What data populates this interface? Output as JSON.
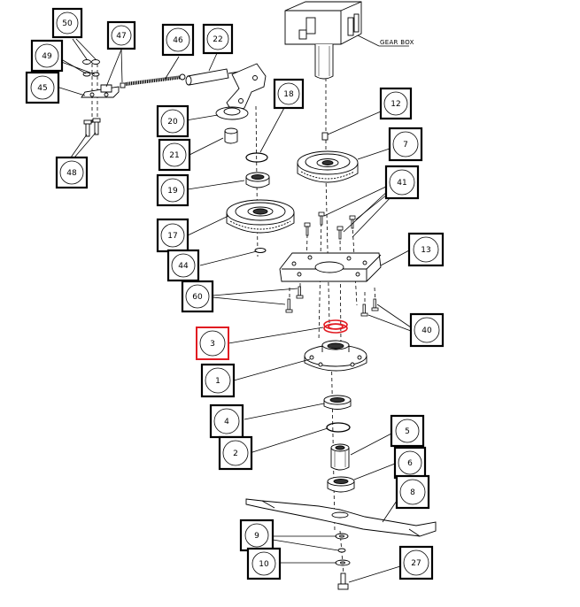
{
  "diagram": {
    "gearbox_label": "GEAR BOX",
    "highlight_color": "#e11b22",
    "line_color": "#000000",
    "callouts": [
      {
        "id": "c50",
        "label": "50"
      },
      {
        "id": "c47",
        "label": "47"
      },
      {
        "id": "c46",
        "label": "46"
      },
      {
        "id": "c22",
        "label": "22"
      },
      {
        "id": "c49",
        "label": "49"
      },
      {
        "id": "c45",
        "label": "45"
      },
      {
        "id": "c18",
        "label": "18"
      },
      {
        "id": "c20",
        "label": "20"
      },
      {
        "id": "c21",
        "label": "21"
      },
      {
        "id": "c48",
        "label": "48"
      },
      {
        "id": "c19",
        "label": "19"
      },
      {
        "id": "c12",
        "label": "12"
      },
      {
        "id": "c7",
        "label": "7"
      },
      {
        "id": "c41",
        "label": "41"
      },
      {
        "id": "c17",
        "label": "17"
      },
      {
        "id": "c13",
        "label": "13"
      },
      {
        "id": "c44",
        "label": "44"
      },
      {
        "id": "c60",
        "label": "60"
      },
      {
        "id": "c40",
        "label": "40"
      },
      {
        "id": "c3",
        "label": "3",
        "highlighted": true
      },
      {
        "id": "c1",
        "label": "1"
      },
      {
        "id": "c4",
        "label": "4"
      },
      {
        "id": "c5",
        "label": "5"
      },
      {
        "id": "c2",
        "label": "2"
      },
      {
        "id": "c6",
        "label": "6"
      },
      {
        "id": "c8",
        "label": "8"
      },
      {
        "id": "c9",
        "label": "9"
      },
      {
        "id": "c10",
        "label": "10"
      },
      {
        "id": "c27",
        "label": "27"
      }
    ]
  }
}
